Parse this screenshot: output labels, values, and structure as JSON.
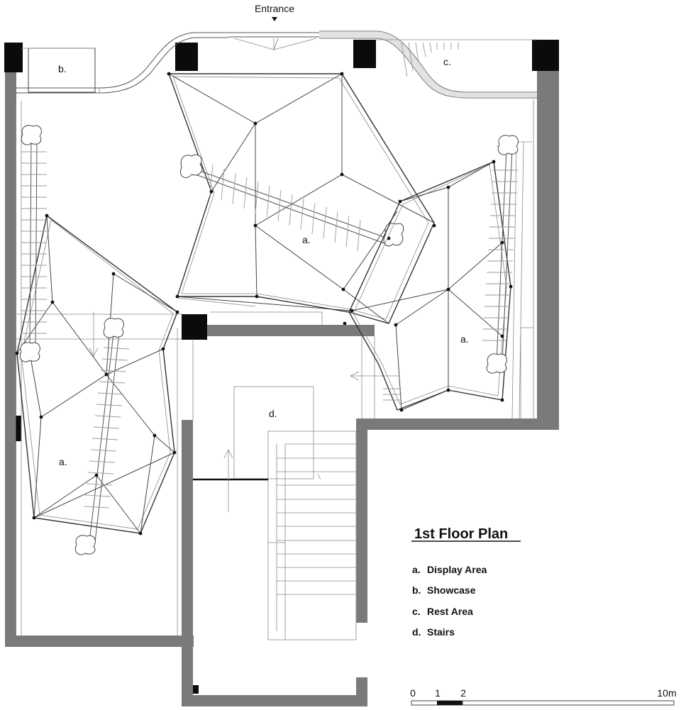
{
  "plan": {
    "entrance_label": "Entrance",
    "title": "1st Floor Plan",
    "room_labels": [
      {
        "id": "display-1",
        "text": "a."
      },
      {
        "id": "display-2",
        "text": "a."
      },
      {
        "id": "display-3",
        "text": "a."
      },
      {
        "id": "showcase",
        "text": "b."
      },
      {
        "id": "rest",
        "text": "c."
      },
      {
        "id": "stairs",
        "text": "d."
      }
    ],
    "legend": [
      {
        "key": "a.",
        "label": "Display Area"
      },
      {
        "key": "b.",
        "label": "Showcase"
      },
      {
        "key": "c.",
        "label": "Rest Area"
      },
      {
        "key": "d.",
        "label": "Stairs"
      }
    ],
    "scale_bar": {
      "ticks": [
        "0",
        "1",
        "2",
        "10m"
      ]
    },
    "colors": {
      "wall": "#7a7a7a",
      "column": "#0b0b0b",
      "line": "#444444"
    }
  }
}
